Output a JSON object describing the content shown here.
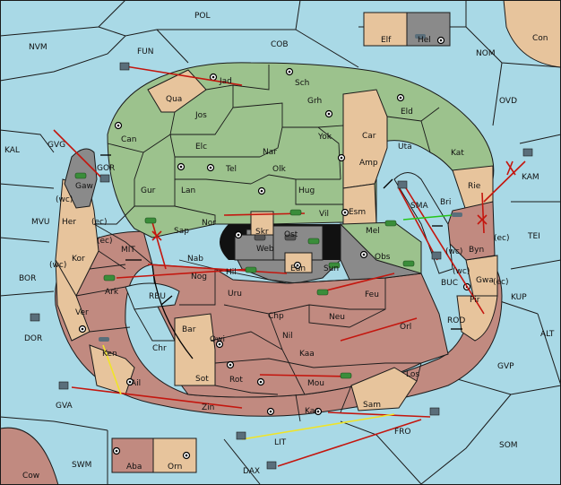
{
  "map": {
    "regions": {
      "POL": "POL",
      "FUN": "FUN",
      "COB": "COB",
      "NVM": "NVM",
      "NOM": "NOM",
      "Con": "Con",
      "Elf": "Elf",
      "Hel": "Hel",
      "Jad": "Jad",
      "Sch": "Sch",
      "Qua": "Qua",
      "Jos": "Jos",
      "Grh": "Grh",
      "Eld": "Eld",
      "OVD": "OVD",
      "Can": "Can",
      "Car": "Car",
      "Yok": "Yok",
      "Uta": "Uta",
      "Kat": "Kat",
      "KAL": "KAL",
      "GVG": "GVG",
      "Elc": "Elc",
      "Nar": "Nar",
      "Amp": "Amp",
      "Tel": "Tel",
      "Olk": "Olk",
      "KAM": "KAM",
      "GOR": "GOR",
      "Gaw": "Gaw",
      "Gur": "Gur",
      "Lan": "Lan",
      "Hug": "Hug",
      "Rie": "Rie",
      "Bri": "Bri",
      "wc": "(wc)",
      "Her": "Her",
      "ec": "(ec)",
      "MVU": "MVU",
      "Nor": "Nor",
      "Vil": "Vil",
      "Esm": "Esm",
      "SMA": "SMA",
      "Sap": "Sap",
      "Skr": "Skr",
      "Ost": "Ost",
      "Mel": "Mel",
      "Byn": "Byn",
      "TEI": "TEI",
      "Kor": "Kor",
      "MIT": "MIT",
      "Web": "Web",
      "Nab": "Nab",
      "Hil": "Hil",
      "Eun": "Eun",
      "Sun": "Sun",
      "Obs": "Obs",
      "BOR": "BOR",
      "Ark": "Ark",
      "Nog": "Nog",
      "Gwa": "Gwa",
      "KUP": "KUP",
      "RBU": "RBU",
      "Uru": "Uru",
      "Feu": "Feu",
      "BUC": "BUC",
      "Pir": "Pir",
      "Ver": "Ver",
      "Chp": "Chp",
      "Neu": "Neu",
      "Orl": "Orl",
      "DOR": "DOR",
      "Bar": "Bar",
      "Qwi": "Qwi",
      "Nil": "Nil",
      "ROD": "ROD",
      "ALT": "ALT",
      "Ken": "Ken",
      "Chr": "Chr",
      "Kaa": "Kaa",
      "Sot": "Sot",
      "Rot": "Rot",
      "Los": "Los",
      "GVP": "GVP",
      "Ail": "Ail",
      "Mou": "Mou",
      "GVA": "GVA",
      "Zin": "Zin",
      "Kar": "Kar",
      "Sam": "Sam",
      "FRO": "FRO",
      "LIT": "LIT",
      "SOM": "SOM",
      "Aba": "Aba",
      "Orn": "Orn",
      "SWM": "SWM",
      "DAX": "DAX",
      "Cow": "Cow"
    }
  },
  "legend_colors": {
    "sea": "#a9d9e6",
    "green_power": "#9cc28d",
    "tan_neutral": "#e7c49c",
    "red_power": "#c18a80",
    "grey_power": "#8a8a8a",
    "move_order": "#c4160e",
    "support_order": "#f0e428",
    "convoy_order": "#26c61a"
  },
  "unit_icons": [
    "army-tank-icon",
    "fleet-ship-icon"
  ]
}
